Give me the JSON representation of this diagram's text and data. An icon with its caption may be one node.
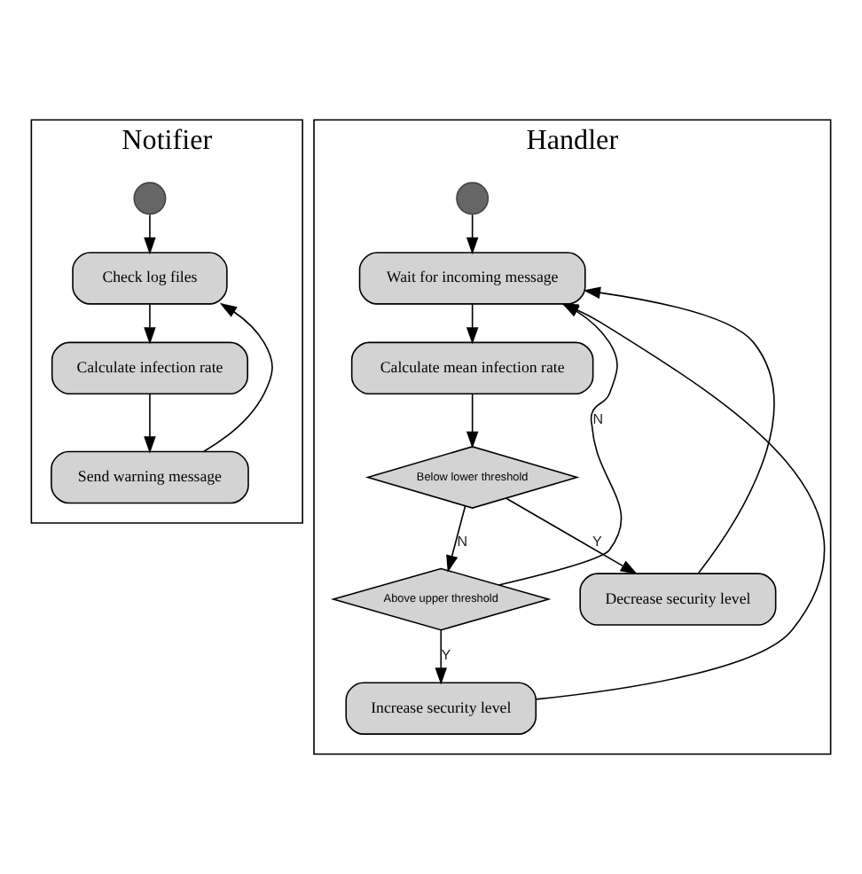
{
  "diagram": {
    "nodes": [
      {
        "text": [
          "Notifier"
        ]
      },
      {
        "text": [],
        "shape": "circle",
        "in": 0
      },
      {
        "text": [
          "Check log files"
        ],
        "in": 0
      },
      {
        "text": [
          "Calculate infection rate"
        ],
        "in": 0
      },
      {
        "text": [
          "Send warning message"
        ],
        "in": 0
      },
      {
        "text": [
          "Handler"
        ]
      },
      {
        "text": [],
        "shape": "circle",
        "in": 5
      },
      {
        "text": [
          "Wait for incoming message"
        ],
        "in": 5
      },
      {
        "text": [
          "Calculate mean infection rate"
        ],
        "in": 5
      },
      {
        "text": [
          "Below lower threshold"
        ],
        "in": 5
      },
      {
        "text": [
          "Above upper threshold"
        ],
        "in": 5
      },
      {
        "text": [
          "Increase security level"
        ],
        "in": 5
      },
      {
        "text": [
          "Decrease security level"
        ],
        "in": 5
      }
    ],
    "edges": [
      {
        "from": 1,
        "to": 2,
        "arrow": "to"
      },
      {
        "from": 2,
        "to": 3,
        "arrow": "to"
      },
      {
        "from": 3,
        "to": 4,
        "arrow": "to"
      },
      {
        "from": 4,
        "to": 2,
        "arrow": "to"
      },
      {
        "from": 6,
        "to": 7,
        "arrow": "to"
      },
      {
        "from": 7,
        "to": 8,
        "arrow": "to"
      },
      {
        "from": 8,
        "to": 9,
        "arrow": "to"
      },
      {
        "from": 9,
        "to": 10,
        "arrow": "to",
        "label": "N"
      },
      {
        "from": 9,
        "to": 12,
        "arrow": "to",
        "label": "Y"
      },
      {
        "from": 10,
        "to": 11,
        "arrow": "to",
        "label": "Y"
      },
      {
        "from": 10,
        "to": 7,
        "arrow": "to",
        "label": "N"
      },
      {
        "from": 11,
        "to": 7,
        "arrow": "to"
      },
      {
        "from": 12,
        "to": 7,
        "arrow": "to"
      }
    ]
  }
}
